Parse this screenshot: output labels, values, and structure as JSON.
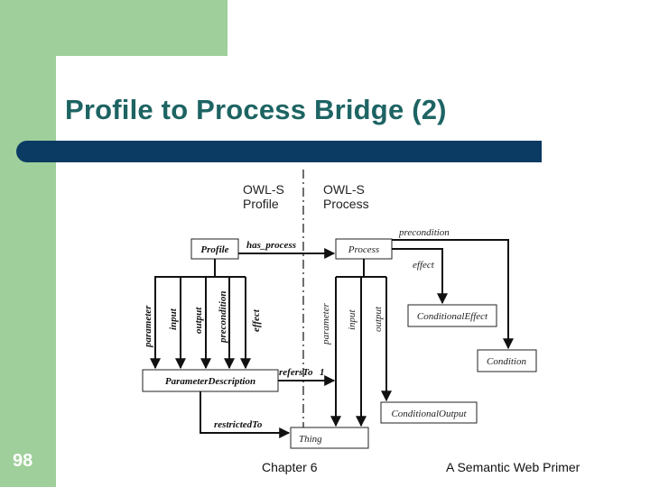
{
  "slide": {
    "title": "Profile to Process Bridge (2)",
    "page_number": "98",
    "footer_left": "Chapter 6",
    "footer_right": "A Semantic Web Primer"
  },
  "colors": {
    "green": "#9fcf9a",
    "title_text": "#1d6463",
    "title_bar": "#0b3a63"
  },
  "diagram": {
    "headers": {
      "profile_line1": "OWL-S",
      "profile_line2": "Profile",
      "process_line1": "OWL-S",
      "process_line2": "Process"
    },
    "boxes": {
      "profile": "Profile",
      "process": "Process",
      "conditional_effect": "ConditionalEffect",
      "condition": "Condition",
      "parameter_description": "ParameterDescription",
      "conditional_output": "ConditionalOutput",
      "thing": "Thing"
    },
    "edges": {
      "has_process": "has_process",
      "precondition": "precondition",
      "effect": "effect",
      "refers_to": "refersTo",
      "cardinality": "1",
      "restricted_to": "restrictedTo"
    },
    "profile_arrows": [
      "parameter",
      "input",
      "output",
      "precondition",
      "effect"
    ],
    "process_arrows": [
      "parameter",
      "input",
      "output"
    ]
  }
}
